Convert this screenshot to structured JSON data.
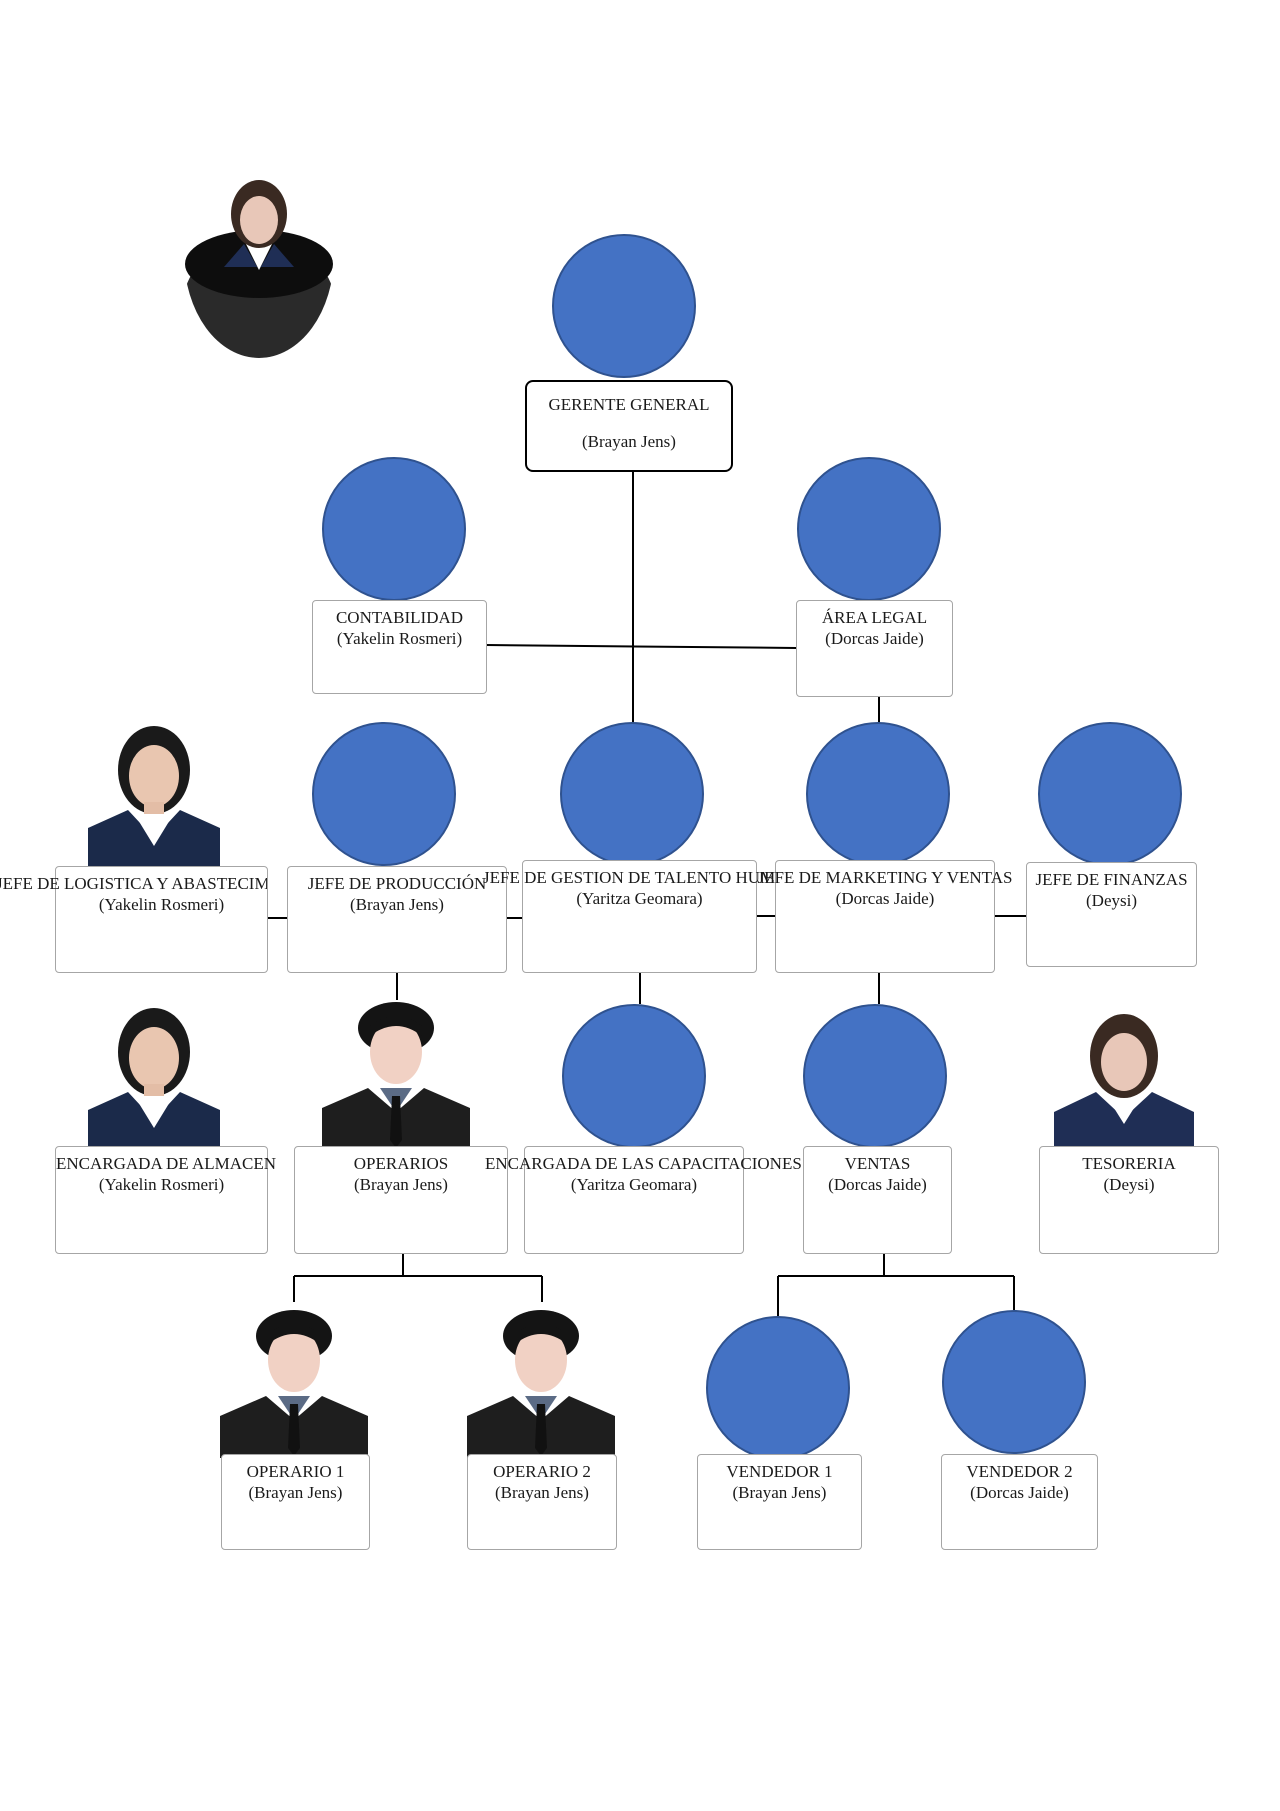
{
  "colors": {
    "circle_fill": "#4472c4",
    "circle_border": "#2f528f",
    "connector": "#000000",
    "box_border": "#a6a6a6"
  },
  "nodes": {
    "gerente": {
      "role": "GERENTE GENERAL",
      "name": "(Brayan Jens)"
    },
    "contabilidad": {
      "role": "CONTABILIDAD",
      "name": "(Yakelin Rosmeri)"
    },
    "legal": {
      "role": "ÁREA LEGAL",
      "name": "(Dorcas Jaide)"
    },
    "logistica": {
      "role": "JEFE DE LOGISTICA Y ABASTECIMIENTO",
      "name": "(Yakelin Rosmeri)"
    },
    "produccion": {
      "role": "JEFE DE PRODUCCIÓN",
      "name": "(Brayan Jens)"
    },
    "talento": {
      "role": "JEFE DE GESTION DE TALENTO HUMANO",
      "name": "(Yaritza Geomara)"
    },
    "marketing": {
      "role": "JEFE DE MARKETING Y VENTAS",
      "name": "(Dorcas Jaide)"
    },
    "finanzas": {
      "role": "JEFE DE FINANZAS",
      "name": "(Deysi)"
    },
    "almacen": {
      "role": "ENCARGADA DE ALMACEN",
      "name": "(Yakelin Rosmeri)"
    },
    "operarios": {
      "role": "OPERARIOS",
      "name": "(Brayan Jens)"
    },
    "capacitaciones": {
      "role": "ENCARGADA DE LAS CAPACITACIONES",
      "name": "(Yaritza Geomara)"
    },
    "ventas": {
      "role": "VENTAS",
      "name": "(Dorcas Jaide)"
    },
    "tesoreria": {
      "role": "TESORERIA",
      "name": "(Deysi)"
    },
    "operario1": {
      "role": "OPERARIO 1",
      "name": "(Brayan Jens)"
    },
    "operario2": {
      "role": "OPERARIO 2",
      "name": "(Brayan Jens)"
    },
    "vendedor1": {
      "role": "VENDEDOR 1",
      "name": "(Brayan Jens)"
    },
    "vendedor2": {
      "role": "VENDEDOR 2",
      "name": "(Dorcas Jaide)"
    }
  }
}
